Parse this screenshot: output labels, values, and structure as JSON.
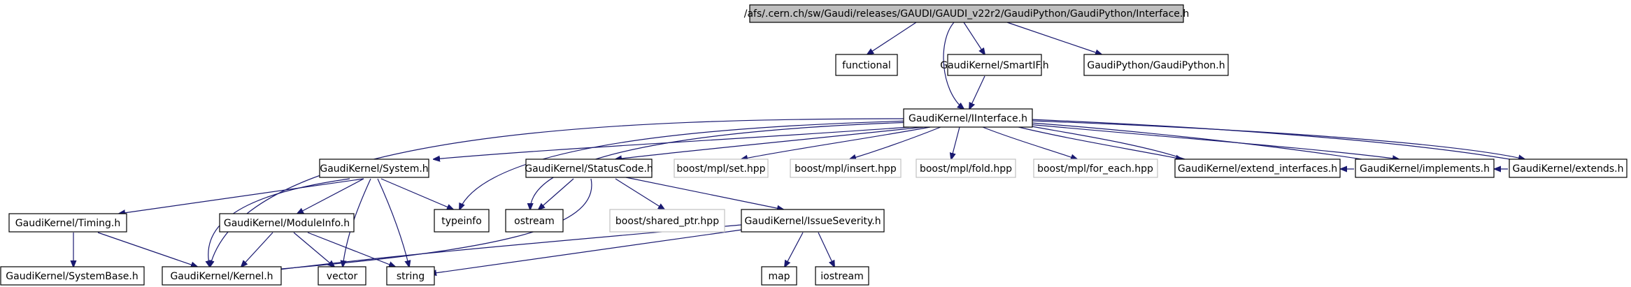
{
  "colors": {
    "edge": "#191970",
    "root_fill": "#bfbfbf",
    "node_border": "#000000",
    "external_border": "#c0c0c0"
  },
  "nodes": {
    "root": "/afs/.cern.ch/sw/Gaudi/releases/GAUDI/GAUDI_v22r2/GaudiPython/GaudiPython/Interface.h",
    "functional": "functional",
    "smartif": "GaudiKernel/SmartIF.h",
    "gaudipython": "GaudiPython/GaudiPython.h",
    "iinterface": "GaudiKernel/IInterface.h",
    "system": "GaudiKernel/System.h",
    "statuscode": "GaudiKernel/StatusCode.h",
    "mplset": "boost/mpl/set.hpp",
    "mplinsert": "boost/mpl/insert.hpp",
    "mplfold": "boost/mpl/fold.hpp",
    "mplforeach": "boost/mpl/for_each.hpp",
    "extendinterfaces": "GaudiKernel/extend_interfaces.h",
    "implements": "GaudiKernel/implements.h",
    "extends": "GaudiKernel/extends.h",
    "timing": "GaudiKernel/Timing.h",
    "moduleinfo": "GaudiKernel/ModuleInfo.h",
    "typeinfo": "typeinfo",
    "ostream": "ostream",
    "sharedptr": "boost/shared_ptr.hpp",
    "issueseverity": "GaudiKernel/IssueSeverity.h",
    "systembase": "GaudiKernel/SystemBase.h",
    "kernel": "GaudiKernel/Kernel.h",
    "vector": "vector",
    "string": "string",
    "map": "map",
    "iostream": "iostream"
  }
}
